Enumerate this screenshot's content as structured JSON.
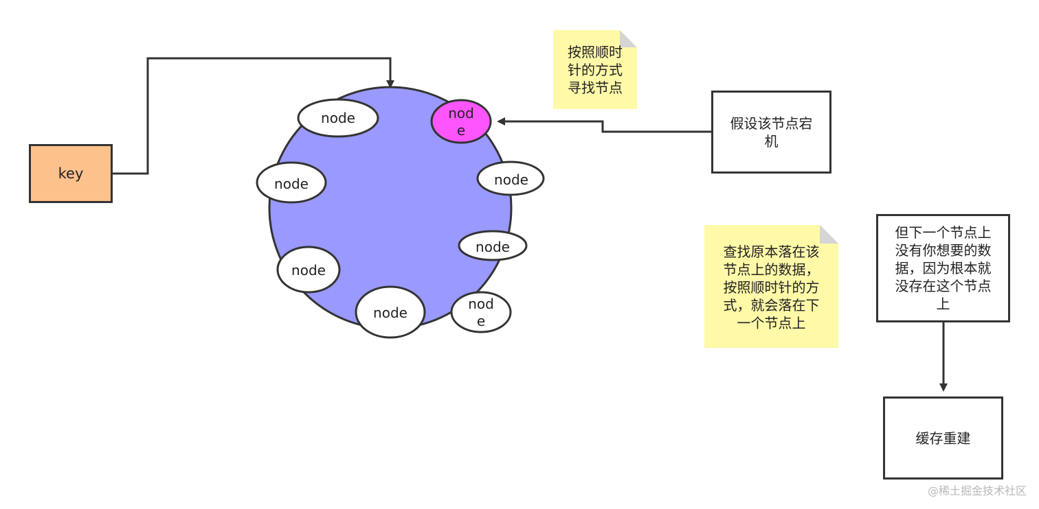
{
  "key": {
    "label": "key"
  },
  "nodes": {
    "n1": "node",
    "n2_line1": "nod",
    "n2_line2": "e",
    "n3": "node",
    "n4": "node",
    "n5": "node",
    "n6": "node",
    "n7": "node",
    "n8_line1": "nod",
    "n8_line2": "e"
  },
  "notes": {
    "clockwise": [
      "按照顺时",
      "针的方式",
      "寻找节点"
    ],
    "lookup": [
      "查找原本落在该",
      "节点上的数据，",
      "按照顺时针的方",
      "式，就会落在下",
      "一个节点上"
    ]
  },
  "boxes": {
    "down": [
      "假设该节点宕",
      "机"
    ],
    "nodata": [
      "但下一个节点上",
      "没有你想要的数",
      "据，因为根本就",
      "没存在这个节点",
      "上"
    ],
    "rebuild": "缓存重建"
  },
  "watermark": "@稀土掘金技术社区",
  "colors": {
    "ring": "#9999ff",
    "highlight_node": "#ff55ff",
    "key_box": "#fdc18c",
    "note": "#fff9a8",
    "stroke": "#333333"
  }
}
